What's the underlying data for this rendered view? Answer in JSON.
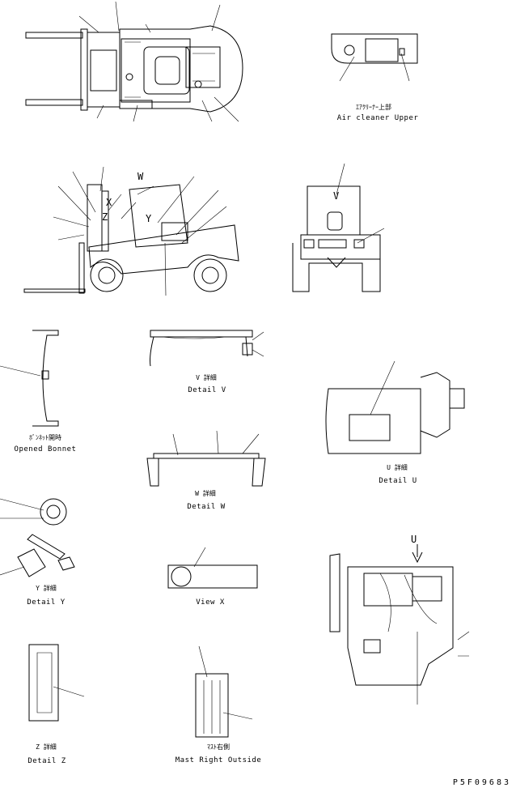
{
  "drawing": {
    "code": "P5F09683",
    "view_letters": {
      "w": "W",
      "x": "X",
      "y": "Y",
      "z": "Z",
      "v": "V",
      "u": "U"
    },
    "details": {
      "air_cleaner": {
        "jp": "ｴｱｸﾘｰﾅｰ上部",
        "en": "Air cleaner Upper"
      },
      "opened_bonnet": {
        "jp": "ﾎﾞﾝﾈｯﾄ開時",
        "en": "Opened Bonnet"
      },
      "detail_v": {
        "jp": "V 詳細",
        "en": "Detail V"
      },
      "detail_w": {
        "jp": "W 詳細",
        "en": "Detail W"
      },
      "detail_u": {
        "jp": "U 詳細",
        "en": "Detail U"
      },
      "detail_y": {
        "jp": "Y 詳細",
        "en": "Detail Y"
      },
      "view_x": {
        "en": "View X"
      },
      "detail_z": {
        "jp": "Z 詳細",
        "en": "Detail Z"
      },
      "mast_right": {
        "jp": "ﾏｽﾄ右側",
        "en": "Mast Right Outside"
      }
    }
  }
}
